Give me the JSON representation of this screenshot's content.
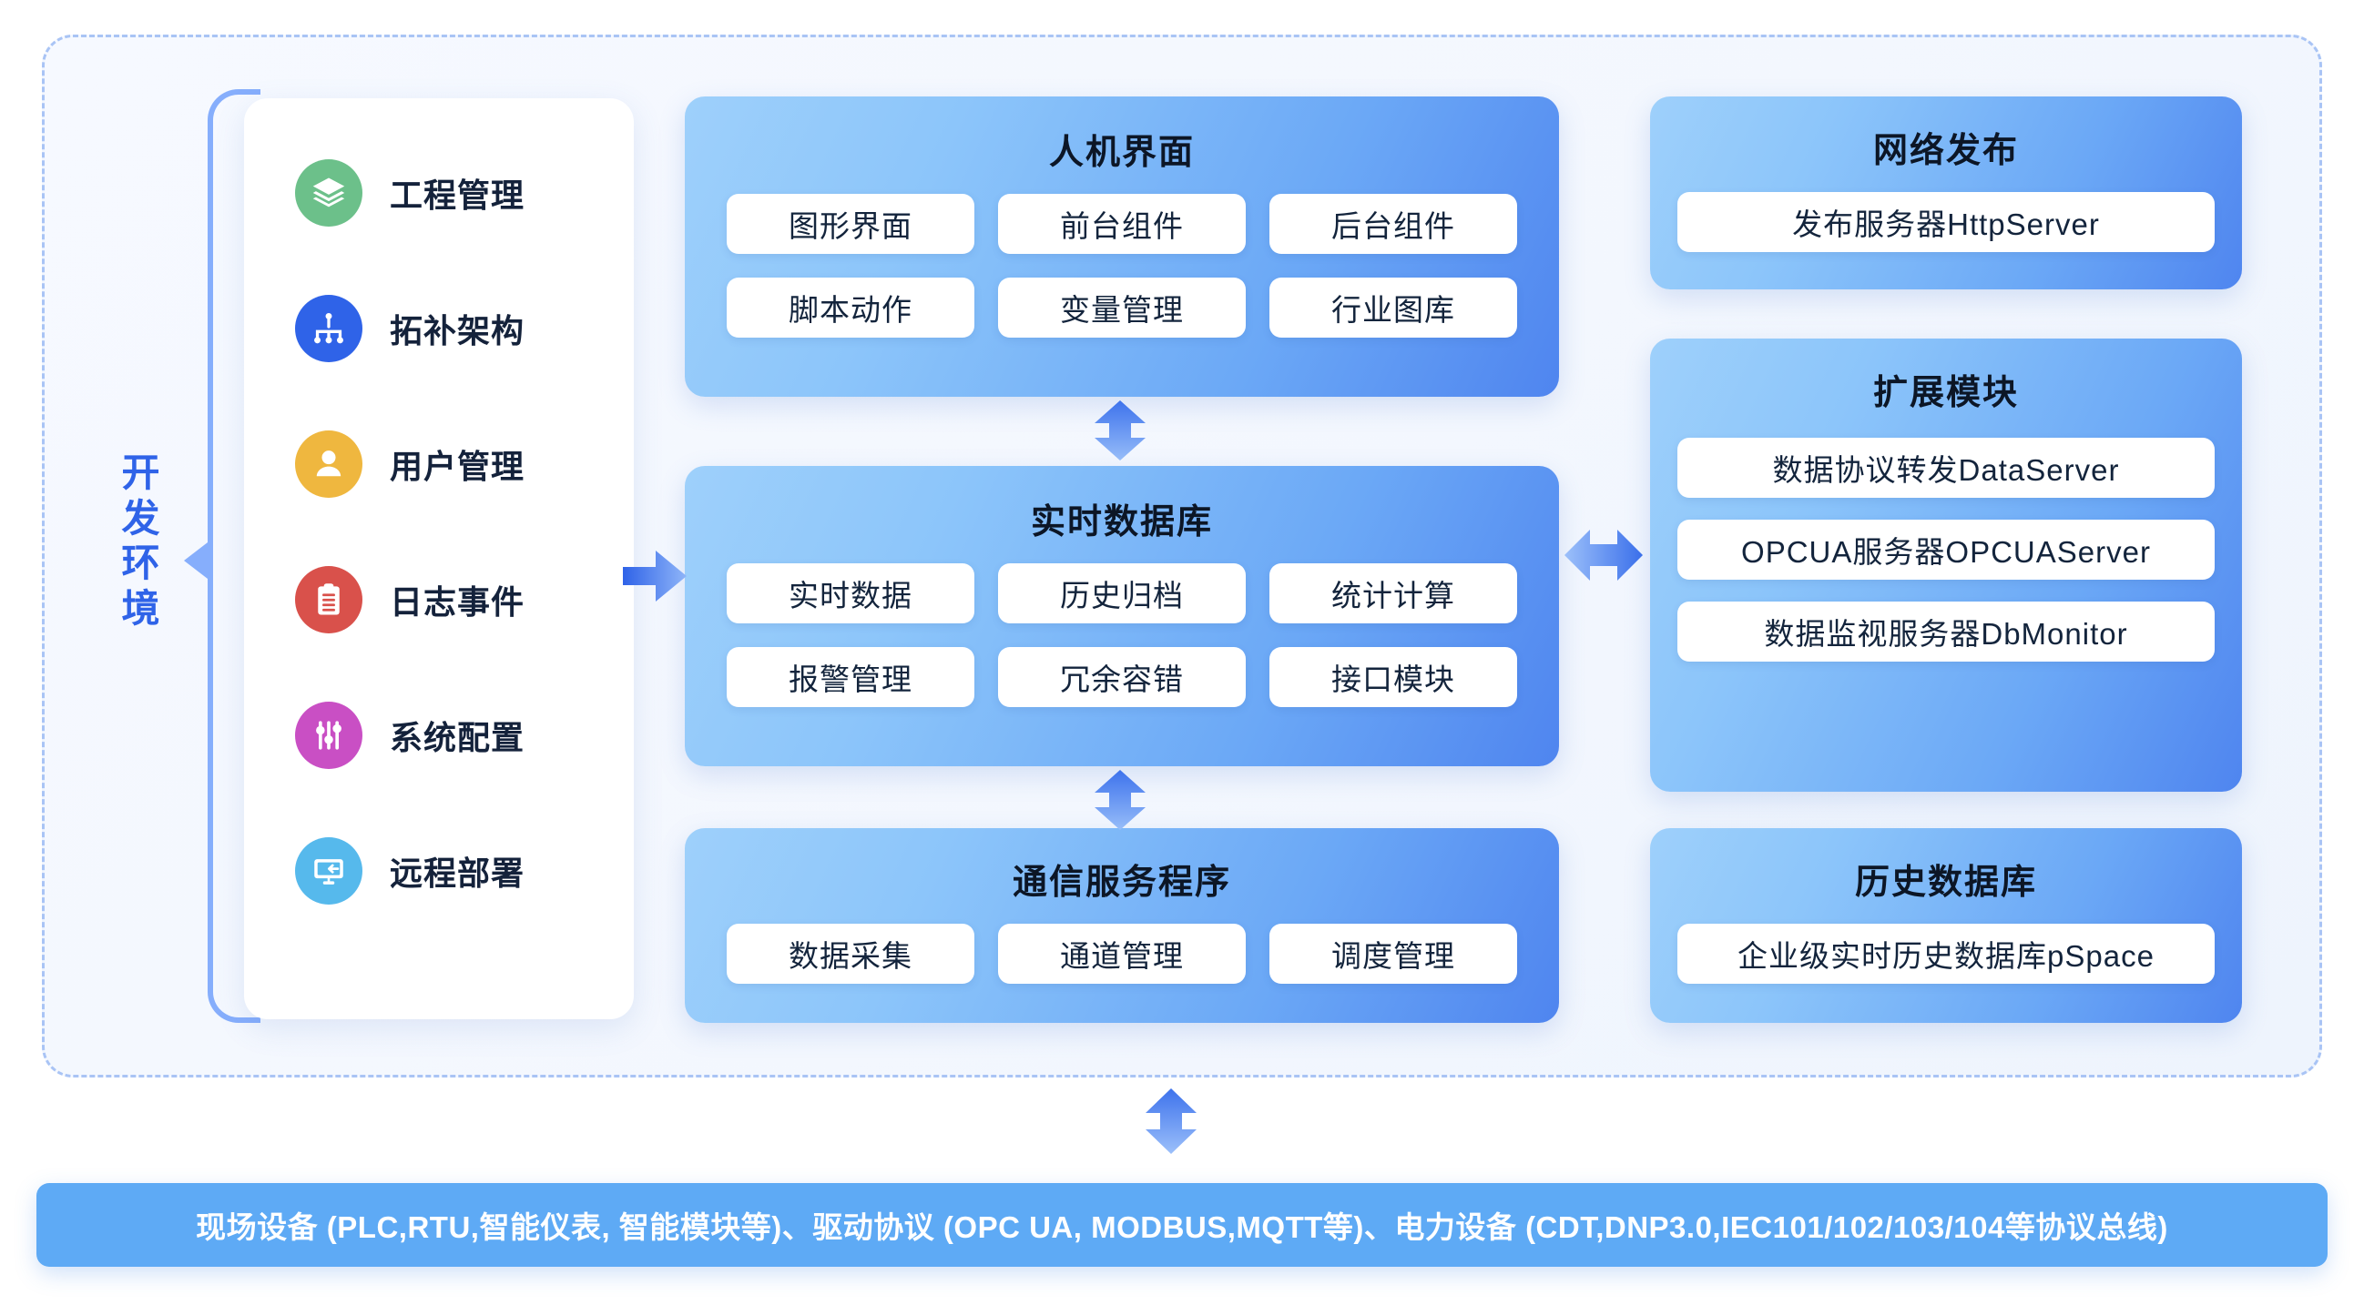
{
  "env": {
    "label_chars": [
      "开",
      "发",
      "环",
      "境"
    ],
    "accent_color": "#2f63e8",
    "bracket_color": "#86aefc"
  },
  "sidebar": {
    "items": [
      {
        "label": "工程管理",
        "icon": "layers-icon",
        "color": "#6cc08a"
      },
      {
        "label": "拓补架构",
        "icon": "sitemap-icon",
        "color": "#2f63e8"
      },
      {
        "label": "用户管理",
        "icon": "user-icon",
        "color": "#efb73f"
      },
      {
        "label": "日志事件",
        "icon": "clipboard-icon",
        "color": "#d9514b"
      },
      {
        "label": "系统配置",
        "icon": "sliders-icon",
        "color": "#c94fc4"
      },
      {
        "label": "远程部署",
        "icon": "monitor-icon",
        "color": "#56b9ec"
      }
    ]
  },
  "panels": {
    "hmi": {
      "title": "人机界面",
      "chips": [
        "图形界面",
        "前台组件",
        "后台组件",
        "脚本动作",
        "变量管理",
        "行业图库"
      ]
    },
    "rtdb": {
      "title": "实时数据库",
      "chips": [
        "实时数据",
        "历史归档",
        "统计计算",
        "报警管理",
        "冗余容错",
        "接口模块"
      ]
    },
    "comm": {
      "title": "通信服务程序",
      "chips": [
        "数据采集",
        "通道管理",
        "调度管理"
      ]
    },
    "web": {
      "title": "网络发布",
      "chips": [
        "发布服务器HttpServer"
      ]
    },
    "ext": {
      "title": "扩展模块",
      "chips": [
        "数据协议转发DataServer",
        "OPCUA服务器OPCUAServer",
        "数据监视服务器DbMonitor"
      ]
    },
    "hist": {
      "title": "历史数据库",
      "chips": [
        "企业级实时历史数据库pSpace"
      ]
    }
  },
  "arrows": {
    "dev_to_rtdb": "arrow-right-icon",
    "hmi_rtdb": "arrow-up-down-icon",
    "rtdb_comm": "arrow-up-down-icon",
    "rtdb_ext": "arrow-left-right-icon",
    "bottom_bus": "arrow-up-down-icon"
  },
  "device_bar": {
    "text": "现场设备 (PLC,RTU,智能仪表, 智能模块等)、驱动协议 (OPC UA, MODBUS,MQTT等)、电力设备 (CDT,DNP3.0,IEC101/102/103/104等协议总线)",
    "color": "#5eaaf5"
  }
}
